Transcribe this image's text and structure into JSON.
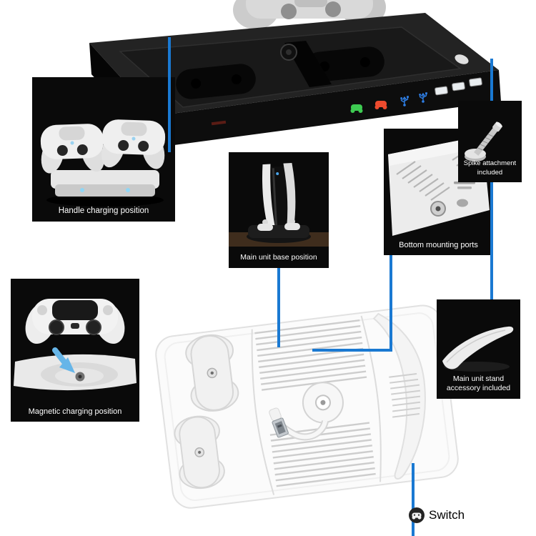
{
  "callouts": {
    "handle": "Handle charging position",
    "base": "Main unit base position",
    "ports": "Bottom mounting ports",
    "spike": "Spike attachment included",
    "magnetic": "Magnetic charging position",
    "stand": "Main unit stand accessory included"
  },
  "switch_label": "Switch",
  "colors": {
    "accent": "#1a79d2",
    "inset_bg": "#0a0a0a",
    "caption_text": "#ffffff",
    "led_green": "#3ecb52",
    "led_red": "#ee4b2e",
    "led_usb": "#2e7ee4",
    "arrow_blue": "#66b5e8"
  },
  "icons": {
    "green_indicator": "gamepad-icon",
    "red_indicator": "gamepad-icon",
    "usb_indicator": "usb-icon",
    "switch_badge": "gamepad-icon",
    "magnetic_pointer": "arrow-down-icon"
  }
}
